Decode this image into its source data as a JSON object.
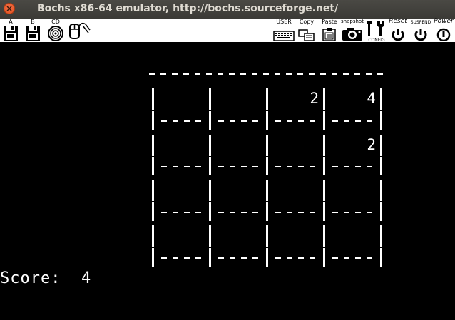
{
  "window": {
    "title": "Bochs x86-64 emulator, http://bochs.sourceforge.net/",
    "close_icon": "close-icon"
  },
  "toolbar": {
    "left_buttons": [
      {
        "label": "A",
        "icon": "floppy-a-icon"
      },
      {
        "label": "B",
        "icon": "floppy-b-icon"
      },
      {
        "label": "CD",
        "icon": "cdrom-icon"
      },
      {
        "label": "",
        "icon": "mouse-icon"
      }
    ],
    "right_buttons": [
      {
        "label": "USER",
        "icon": "keyboard-icon"
      },
      {
        "label": "Copy",
        "icon": "copy-icon"
      },
      {
        "label": "Paste",
        "icon": "paste-icon"
      },
      {
        "label": "snapshot",
        "icon": "camera-icon"
      },
      {
        "label": "CONFIG",
        "icon": "config-icon"
      },
      {
        "label": "Reset",
        "icon": "reset-icon"
      },
      {
        "label": "SUSPEND",
        "icon": "suspend-icon"
      },
      {
        "label": "Power",
        "icon": "power-icon"
      }
    ]
  },
  "game": {
    "cells": [
      [
        "",
        "",
        "2",
        "4"
      ],
      [
        "",
        "",
        "",
        "2"
      ],
      [
        "",
        "",
        "",
        ""
      ],
      [
        "",
        "",
        "",
        ""
      ]
    ],
    "score_label": "Score:",
    "score_value": "4"
  },
  "colors": {
    "titlebar": "#3c3b37",
    "close": "#e95420",
    "screen_bg": "#000000",
    "screen_fg": "#ffffff"
  }
}
